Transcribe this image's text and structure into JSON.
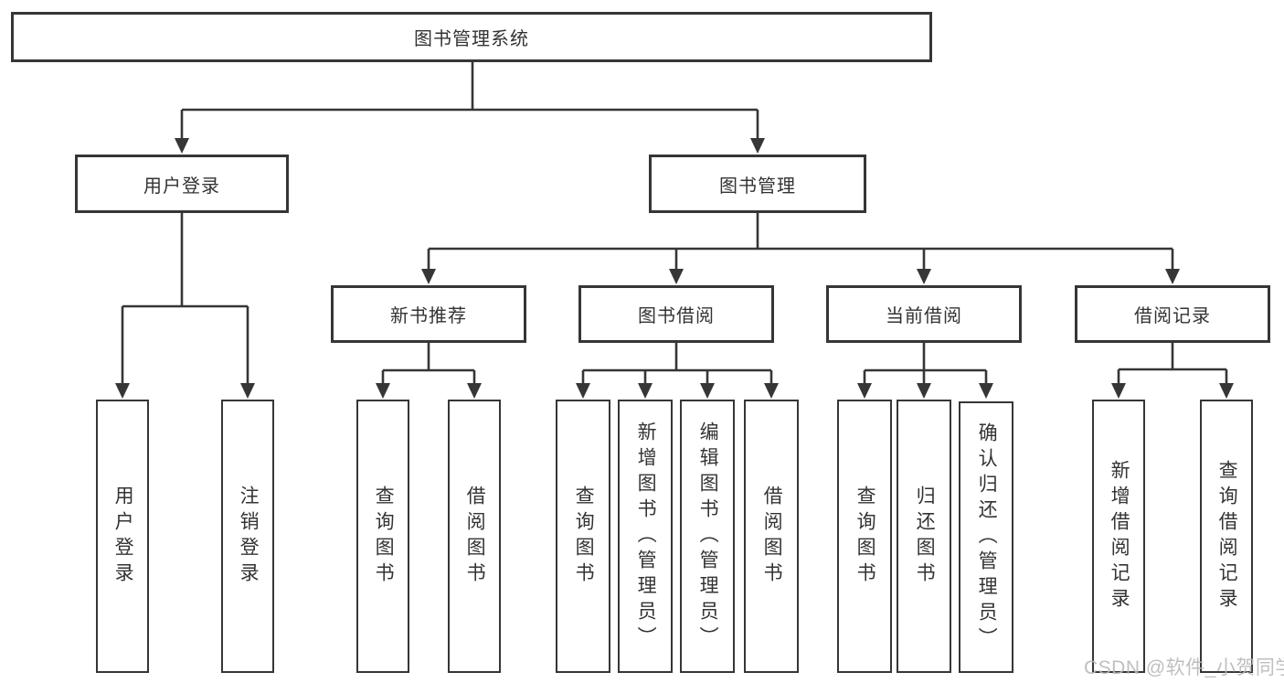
{
  "diagram": {
    "root": {
      "label": "图书管理系统"
    },
    "level2": [
      {
        "label": "用户登录",
        "children": [
          {
            "label": "用户登录"
          },
          {
            "label": "注销登录"
          }
        ]
      },
      {
        "label": "图书管理",
        "children": [
          {
            "label": "新书推荐",
            "children": [
              {
                "label": "查询图书"
              },
              {
                "label": "借阅图书"
              }
            ]
          },
          {
            "label": "图书借阅",
            "children": [
              {
                "label": "查询图书"
              },
              {
                "label": "新增图书（管理员）"
              },
              {
                "label": "编辑图书（管理员）"
              },
              {
                "label": "借阅图书"
              }
            ]
          },
          {
            "label": "当前借阅",
            "children": [
              {
                "label": "查询图书"
              },
              {
                "label": "归还图书"
              },
              {
                "label": "确认归还（管理员）"
              }
            ]
          },
          {
            "label": "借阅记录",
            "children": [
              {
                "label": "新增借阅记录"
              },
              {
                "label": "查询借阅记录"
              }
            ]
          }
        ]
      }
    ]
  },
  "watermark": {
    "label": "CSDN @软件_小贺同学"
  },
  "colors": {
    "line": "#363636",
    "box_background": "#ffffff",
    "text": "#333333",
    "watermark": "#b9b9b9"
  }
}
